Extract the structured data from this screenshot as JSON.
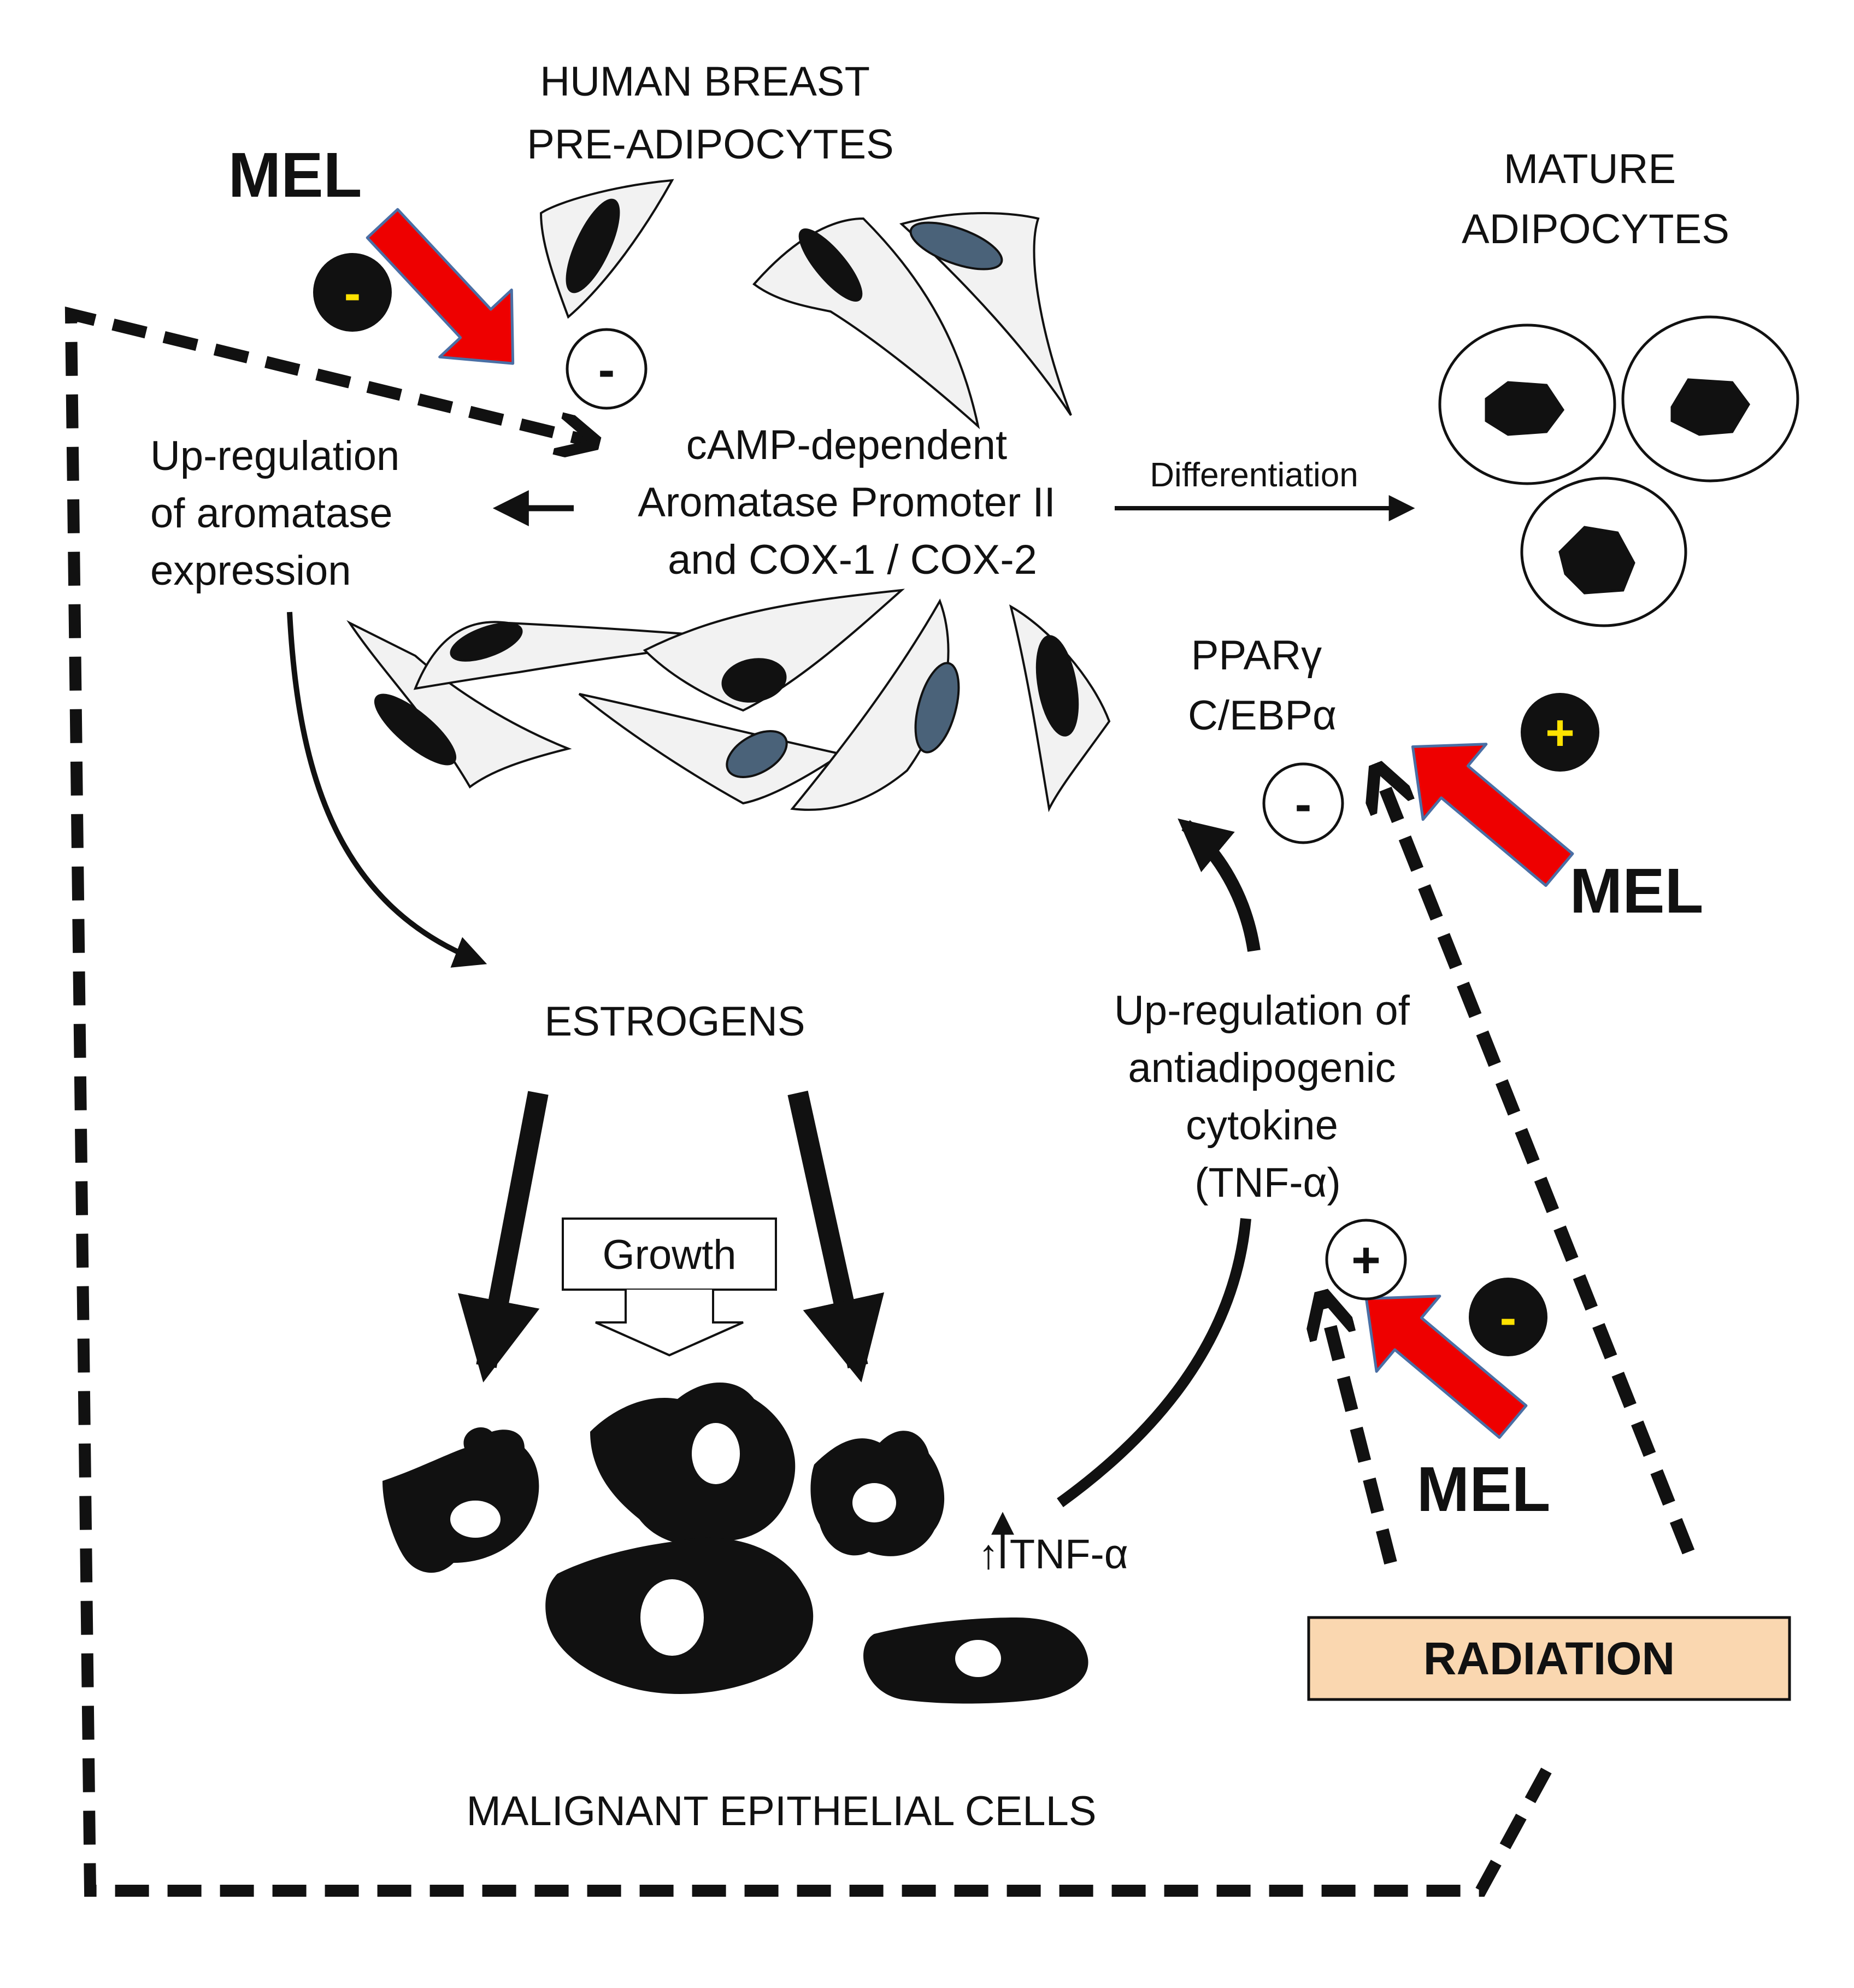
{
  "labels": {
    "preadipocytes": [
      "HUMAN  BREAST",
      "PRE-ADIPOCYTES"
    ],
    "mature": [
      "MATURE",
      "ADIPOCYTES"
    ],
    "upregulation_aromatase": [
      "Up-regulation",
      "of aromatase",
      "expression"
    ],
    "promoter": [
      "cAMP-dependent",
      "Aromatase Promoter II",
      "and COX-1 / COX-2"
    ],
    "differentiation": "Differentiation",
    "ppar": [
      "PPARγ",
      "C/EBPα"
    ],
    "estrogens": "ESTROGENS",
    "growth": "Growth",
    "antiadipogenic": [
      "Up-regulation of",
      "antiadipogenic",
      "cytokine",
      "(TNF-α)"
    ],
    "tnf": "↑ TNF-α",
    "malignant": "MALIGNANT  EPITHELIAL  CELLS",
    "radiation": "RADIATION"
  },
  "mel_labels": [
    "MEL",
    "MEL",
    "MEL"
  ],
  "signs": {
    "mel_top_sign": "-",
    "inhibit_top": "-",
    "mel_right_sign": "+",
    "inhibit_ppar": "-",
    "stimulate_tnf": "+",
    "mel_bottom_sign": "-"
  },
  "colors": {
    "mel_arrow": "#ee0000",
    "mel_arrow_edge": "#4a6fa5",
    "mel_sign_text": "#ffe200",
    "radiation_box": "#fad7b0",
    "nucleus_blue": "#4a6279",
    "cell_fill": "#f2f2f2"
  }
}
